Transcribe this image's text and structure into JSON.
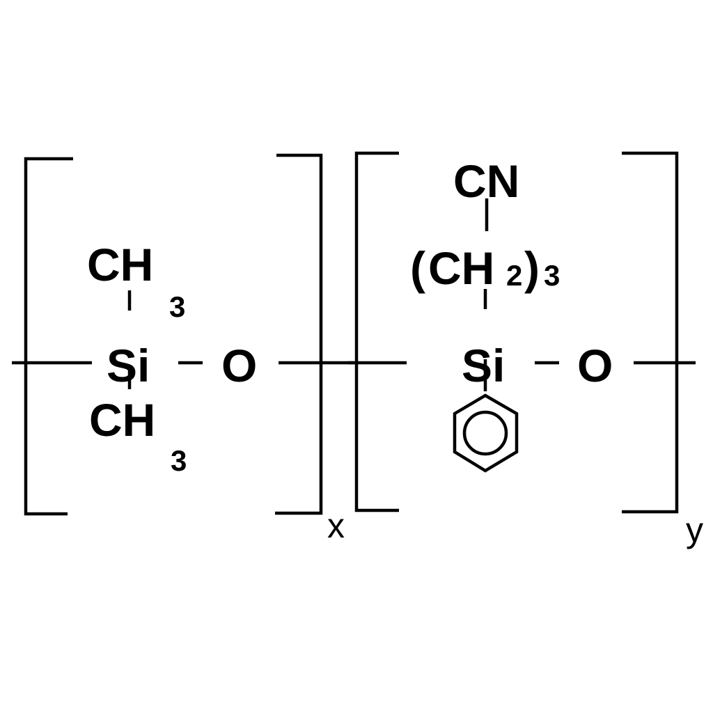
{
  "diagram": {
    "type": "chemical-structure",
    "subject": "copolymer repeat units",
    "colors": {
      "stroke": "#000000",
      "background": "#ffffff"
    },
    "unit_x": {
      "backbone_atoms": [
        "Si",
        "O"
      ],
      "top_substituent": {
        "main": "CH",
        "subscript": "3"
      },
      "bottom_substituent": {
        "main": "CH",
        "subscript": "3"
      },
      "repeat_label": "x"
    },
    "unit_y": {
      "backbone_atoms": [
        "Si",
        "O"
      ],
      "top_group": {
        "label": "CN"
      },
      "linker": {
        "open": "(",
        "main": "CH",
        "subscript": "2",
        "close": ")",
        "repeat": "3"
      },
      "bottom_group": {
        "name": "phenyl",
        "icon": "benzene-ring-icon"
      },
      "repeat_label": "y"
    }
  }
}
